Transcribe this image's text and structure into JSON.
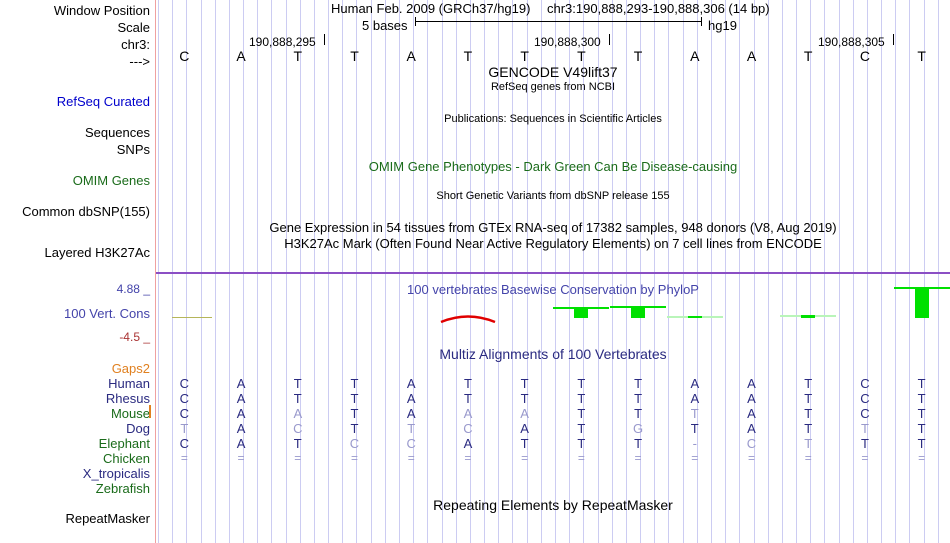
{
  "header": {
    "assembly_title": "Human Feb. 2009 (GRCh37/hg19)",
    "position": "chr3:190,888,293-190,888,306 (14 bp)",
    "window_position_label": "Window Position",
    "scale_label": "Scale",
    "scale_value": "5 bases",
    "db_label": "hg19",
    "chrom_label": "chr3:",
    "strand_label": "--->"
  },
  "ruler": {
    "position_ticks": [
      "190,888,295",
      "190,888,300",
      "190,888,305"
    ],
    "bases": [
      "C",
      "A",
      "T",
      "T",
      "A",
      "T",
      "T",
      "T",
      "T",
      "A",
      "A",
      "T",
      "C",
      "T"
    ]
  },
  "left_labels": [
    {
      "text": "Window Position",
      "color": "#000000"
    },
    {
      "text": "Scale",
      "color": "#000000"
    },
    {
      "text": "chr3:",
      "color": "#000000"
    },
    {
      "text": "--->",
      "color": "#000000"
    },
    {
      "text": "RefSeq Curated",
      "color": "#0000cc"
    },
    {
      "text": "Sequences",
      "color": "#000000"
    },
    {
      "text": "SNPs",
      "color": "#000000"
    },
    {
      "text": "OMIM Genes",
      "color": "#1a6b1a"
    },
    {
      "text": "Common dbSNP(155)",
      "color": "#000000"
    },
    {
      "text": "Layered H3K27Ac",
      "color": "#000000"
    },
    {
      "text": "4.88 _",
      "color": "#4444aa"
    },
    {
      "text": "100 Vert. Cons",
      "color": "#4444aa"
    },
    {
      "text": "-4.5 _",
      "color": "#aa3333"
    },
    {
      "text": "Gaps2",
      "color": "#e08020"
    },
    {
      "text": "RepeatMasker",
      "color": "#000000"
    }
  ],
  "track_titles": {
    "gencode": "GENCODE V49lift37",
    "refseq_ncbi": "RefSeq genes from NCBI",
    "publications": "Publications: Sequences in Scientific Articles",
    "omim": "OMIM Gene Phenotypes - Dark Green Can Be Disease-causing",
    "dbsnp": "Short Genetic Variants from dbSNP release 155",
    "gtex": "Gene Expression in 54 tissues from GTEx RNA-seq of 17382 samples, 948 donors (V8, Aug 2019)",
    "h3k27ac": "H3K27Ac Mark (Often Found Near Active Regulatory Elements) on 7 cell lines from ENCODE",
    "phylop": "100 vertebrates Basewise Conservation by PhyloP",
    "multiz": "Multiz Alignments of 100 Vertebrates",
    "repeatmasker": "Repeating Elements by RepeatMasker"
  },
  "conservation": {
    "max_label": "4.88",
    "min_label": "-4.5",
    "color_positive": "#00e000",
    "color_negative": "#e00000",
    "bars": [
      {
        "index": 5,
        "value": -1.1,
        "type": "negative"
      },
      {
        "index": 7,
        "value": 1.3,
        "type": "positive"
      },
      {
        "index": 8,
        "value": 1.4,
        "type": "positive"
      },
      {
        "index": 9,
        "value": 0.25,
        "type": "positive"
      },
      {
        "index": 11,
        "value": 0.4,
        "type": "positive"
      },
      {
        "index": 13,
        "value": 3.6,
        "type": "positive"
      }
    ]
  },
  "alignment": {
    "species": [
      {
        "name": "Human",
        "color": "#2a2a80"
      },
      {
        "name": "Rhesus",
        "color": "#2a2a80"
      },
      {
        "name": "Mouse",
        "color": "#1a6b1a"
      },
      {
        "name": "Dog",
        "color": "#2a2a80"
      },
      {
        "name": "Elephant",
        "color": "#1a6b1a"
      },
      {
        "name": "Chicken",
        "color": "#1a6b1a"
      },
      {
        "name": "X_tropicalis",
        "color": "#2a2a80"
      },
      {
        "name": "Zebrafish",
        "color": "#1a6b1a"
      }
    ],
    "rows": [
      {
        "species": "Human",
        "bases": [
          "C",
          "A",
          "T",
          "T",
          "A",
          "T",
          "T",
          "T",
          "T",
          "A",
          "A",
          "T",
          "C",
          "T"
        ],
        "style": "dark"
      },
      {
        "species": "Rhesus",
        "bases": [
          "C",
          "A",
          "T",
          "T",
          "A",
          "T",
          "T",
          "T",
          "T",
          "A",
          "A",
          "T",
          "C",
          "T"
        ],
        "style": "dark"
      },
      {
        "species": "Mouse",
        "bases": [
          "C",
          "A",
          "A",
          "T",
          "A",
          "A",
          "A",
          "T",
          "T",
          "T",
          "A",
          "T",
          "C",
          "T"
        ],
        "style": "mixed"
      },
      {
        "species": "Dog",
        "bases": [
          "T",
          "A",
          "C",
          "T",
          "T",
          "C",
          "A",
          "T",
          "G",
          "T",
          "A",
          "T",
          "T",
          "T"
        ],
        "style": "mixed"
      },
      {
        "species": "Elephant",
        "bases": [
          "C",
          "A",
          "T",
          "C",
          "C",
          "A",
          "T",
          "T",
          "T",
          "-",
          "C",
          "T",
          "T",
          "T"
        ],
        "style": "mixed"
      },
      {
        "species": "Chicken",
        "bases": [
          "=",
          "=",
          "=",
          "=",
          "=",
          "=",
          "=",
          "=",
          "=",
          "=",
          "=",
          "=",
          "=",
          "="
        ],
        "style": "gap"
      },
      {
        "species": "X_tropicalis",
        "bases": [
          "",
          "",
          "",
          "",
          "",
          "",
          "",
          "",
          "",
          "",
          "",
          "",
          "",
          ""
        ],
        "style": "empty"
      },
      {
        "species": "Zebrafish",
        "bases": [
          "",
          "",
          "",
          "",
          "",
          "",
          "",
          "",
          "",
          "",
          "",
          "",
          "",
          ""
        ],
        "style": "empty"
      }
    ],
    "faded_cells": [
      [
        2,
        2
      ],
      [
        2,
        5
      ],
      [
        2,
        6
      ],
      [
        2,
        9
      ],
      [
        3,
        0
      ],
      [
        3,
        2
      ],
      [
        3,
        4
      ],
      [
        3,
        5
      ],
      [
        3,
        8
      ],
      [
        3,
        12
      ],
      [
        4,
        3
      ],
      [
        4,
        4
      ],
      [
        4,
        9
      ],
      [
        4,
        10
      ],
      [
        4,
        11
      ]
    ]
  },
  "colors": {
    "gridline": "#ccccf2",
    "center_redline": "#f0a0a0",
    "h3k27ac_line": "#8b4fc4",
    "label_blue": "#0000cc",
    "label_green": "#1a6b1a",
    "label_orange": "#e08020"
  }
}
